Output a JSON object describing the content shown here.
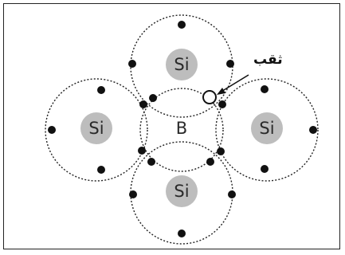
{
  "atoms": [
    {
      "id": "si-top",
      "symbol": "Si"
    },
    {
      "id": "si-left",
      "symbol": "Si"
    },
    {
      "id": "b-center",
      "symbol": "B"
    },
    {
      "id": "si-right",
      "symbol": "Si"
    },
    {
      "id": "si-bottom",
      "symbol": "Si"
    }
  ],
  "hole_label": "ثقب",
  "colors": {
    "nucleus_fill": "#bdbdbd",
    "electron": "#111111",
    "line": "#222222"
  }
}
